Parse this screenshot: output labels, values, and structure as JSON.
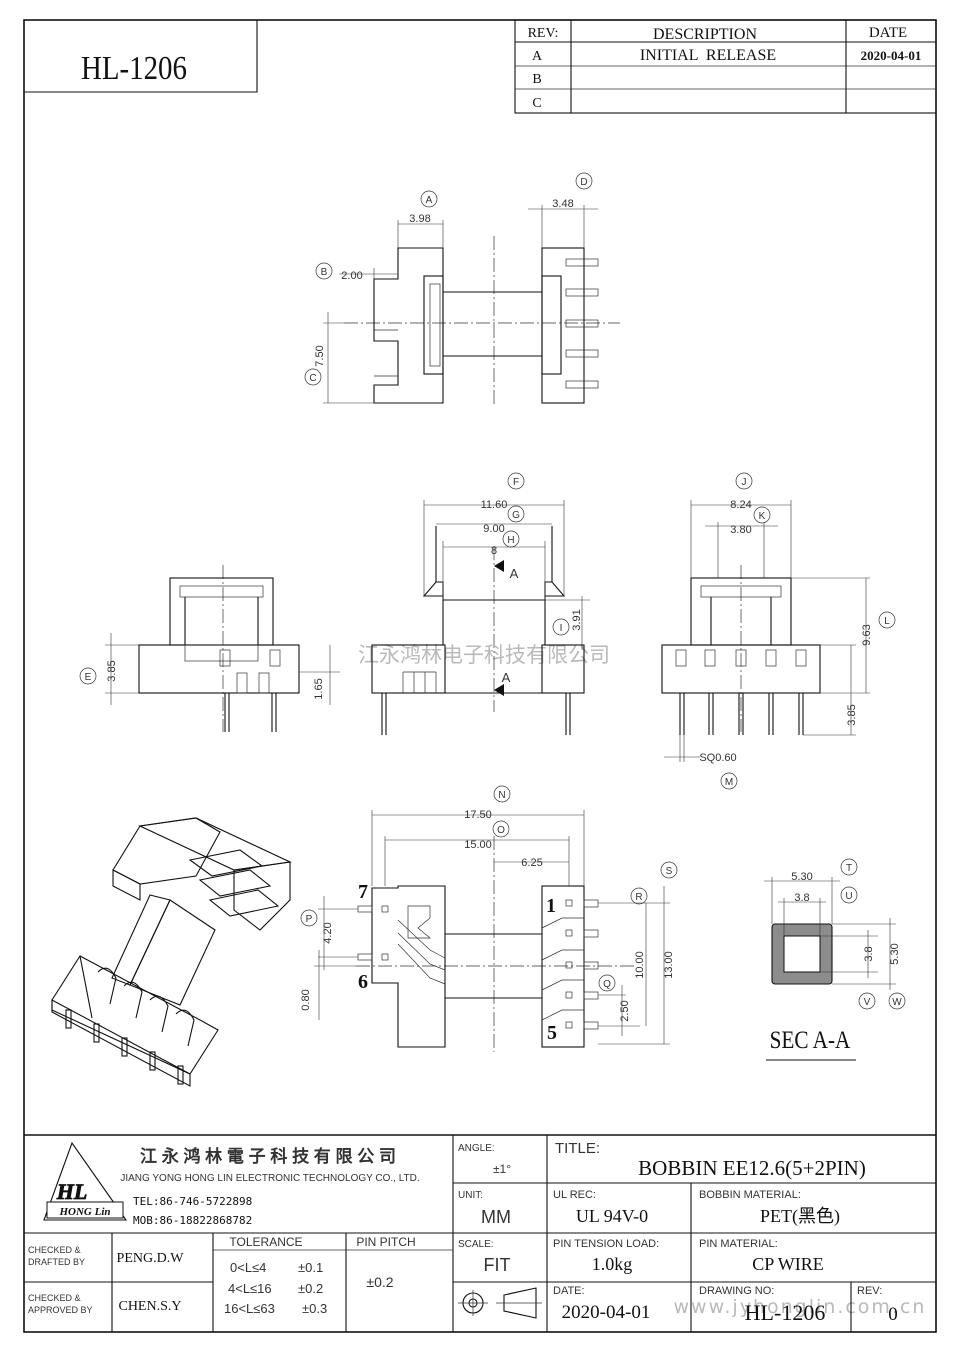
{
  "header": {
    "part_number": "HL-1206",
    "revision_table": {
      "col_rev": "REV:",
      "col_description": "DESCRIPTION",
      "col_date": "DATE",
      "rows": [
        {
          "rev": "A",
          "description": "INITIAL  RELEASE",
          "date": "2020-04-01"
        },
        {
          "rev": "B",
          "description": "",
          "date": ""
        },
        {
          "rev": "C",
          "description": "",
          "date": ""
        }
      ]
    }
  },
  "dimensions": {
    "a": "3.98",
    "d": "3.48",
    "b": "2.00",
    "c": "7.50",
    "f": "11.60",
    "g": "9.00",
    "h": "8",
    "i": "3.91",
    "e": "3.85",
    "e2": "1.65",
    "sec_mark": "A",
    "j": "8.24",
    "k": "3.80",
    "l": "9.63",
    "l2": "3.85",
    "m": "SQ0.60",
    "n": "17.50",
    "o": "15.00",
    "o2": "6.25",
    "p": "4.20",
    "p2": "0.80",
    "r": "10.00",
    "s": "13.00",
    "q": "2.50",
    "t": "5.30",
    "u": "3.8",
    "v": "3.8",
    "w": "5.30",
    "pin_labels": [
      "7",
      "6",
      "1",
      "5"
    ],
    "section_title": "SEC A-A"
  },
  "balloons": [
    "A",
    "B",
    "C",
    "D",
    "E",
    "F",
    "G",
    "H",
    "I",
    "J",
    "K",
    "L",
    "M",
    "N",
    "O",
    "P",
    "Q",
    "R",
    "S",
    "T",
    "U",
    "V",
    "W"
  ],
  "watermark": {
    "company_cn": "江永鸿林电子科技有限公司",
    "url": "www.jyhonglin.com.cn"
  },
  "title_block": {
    "company_cn": "江 永 鸿 林 電 子 科 技 有 限 公 司",
    "company_en": "JIANG YONG HONG LIN ELECTRONIC TECHNOLOGY CO., LTD.",
    "logo_text": "HL",
    "logo_sub": "HONG Lin",
    "tel": "TEL:86-746-5722898",
    "mob": "MOB:86-18822868782",
    "angle_label": "ANGLE:",
    "angle_value": "±1°",
    "title_label": "TITLE:",
    "title_value": "BOBBIN EE12.6(5+2PIN)",
    "unit_label": "UNIT:",
    "unit_value": "MM",
    "ul_rec_label": "UL REC:",
    "ul_rec_value": "UL 94V-0",
    "bobbin_material_label": "BOBBIN MATERIAL:",
    "bobbin_material_value": "PET(黑色)",
    "checked_drafted_label_1": "CHECKED &",
    "checked_drafted_label_2": "DRAFTED BY",
    "checked_drafted_value": "PENG.D.W",
    "checked_approved_label_1": "CHECKED &",
    "checked_approved_label_2": "APPROVED BY",
    "checked_approved_value": "CHEN.S.Y",
    "tolerance_label": "TOLERANCE",
    "tolerance_rows": [
      {
        "range": "0<L≤4",
        "tol": "±0.1"
      },
      {
        "range": "4<L≤16",
        "tol": "±0.2"
      },
      {
        "range": "16<L≤63",
        "tol": "±0.3"
      }
    ],
    "pin_pitch_label": "PIN PITCH",
    "pin_pitch_value": "±0.2",
    "scale_label": "SCALE:",
    "scale_value": "FIT",
    "pin_tension_label": "PIN TENSION LOAD:",
    "pin_tension_value": "1.0kg",
    "pin_material_label": "PIN MATERIAL:",
    "pin_material_value": "CP WIRE",
    "date_label": "DATE:",
    "date_value": "2020-04-01",
    "drawing_no_label": "DRAWING NO:",
    "drawing_no_value": "HL-1206",
    "rev_label": "REV:",
    "rev_value": "0"
  }
}
